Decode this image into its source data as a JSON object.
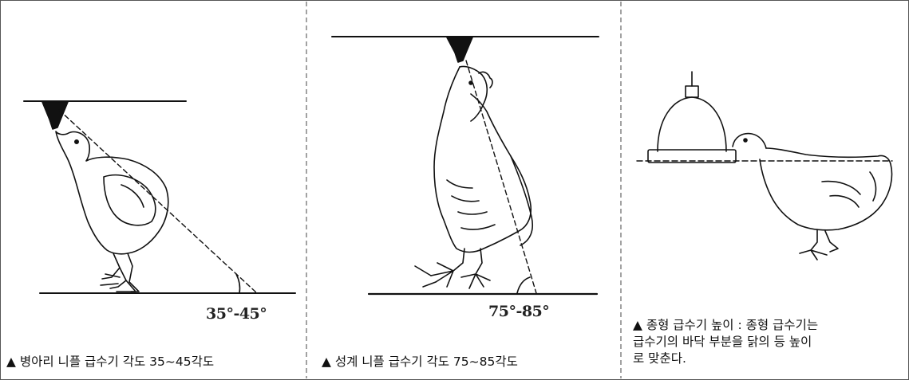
{
  "panels": [
    {
      "angle_label": "35°-45°",
      "caption": "▲ 병아리 니플 급수기 각도 35~45각도"
    },
    {
      "angle_label": "75°-85°",
      "caption": "▲ 성계 니플 급수기 각도 75~85각도"
    },
    {
      "caption_lines": [
        "▲ 종형 급수기 높이 : 종형 급수기는",
        "급수기의 바닥 부분을 닭의 등 높이",
        "로 맞춘다."
      ]
    }
  ]
}
